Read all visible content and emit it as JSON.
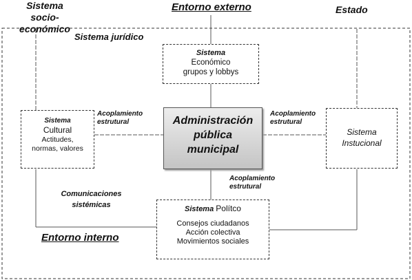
{
  "outer": {
    "socio_title": "Sistema\nsocio-económico",
    "externo": "Entorno externo",
    "estado": "Estado",
    "juridico": "Sistema jurídico",
    "interno": "Entorno interno"
  },
  "economico": {
    "sistema": "Sistema",
    "line1": "Económico",
    "line2": "grupos  y lobbys"
  },
  "cultural": {
    "sistema": "Sistema",
    "line1": "Cultural",
    "line2": "Actitudes,",
    "line3": "normas, valores"
  },
  "central": {
    "line1": "Administración",
    "line2": "pública",
    "line3": "municipal"
  },
  "institucional": {
    "line1": "Sistema",
    "line2": "Instucional"
  },
  "politico": {
    "sistema": "Sistema",
    "name": "Polítco",
    "line1": "Consejos ciudadanos",
    "line2": "Acción colectiva",
    "line3": "Movimientos sociales"
  },
  "couplings": {
    "left": "Acoplamiento\nestrutural",
    "right": "Acoplamiento\nestrutural",
    "bottom": "Acoplamiento\nestrutural"
  },
  "comunicaciones": "Comunicaciones\nsistémicas"
}
